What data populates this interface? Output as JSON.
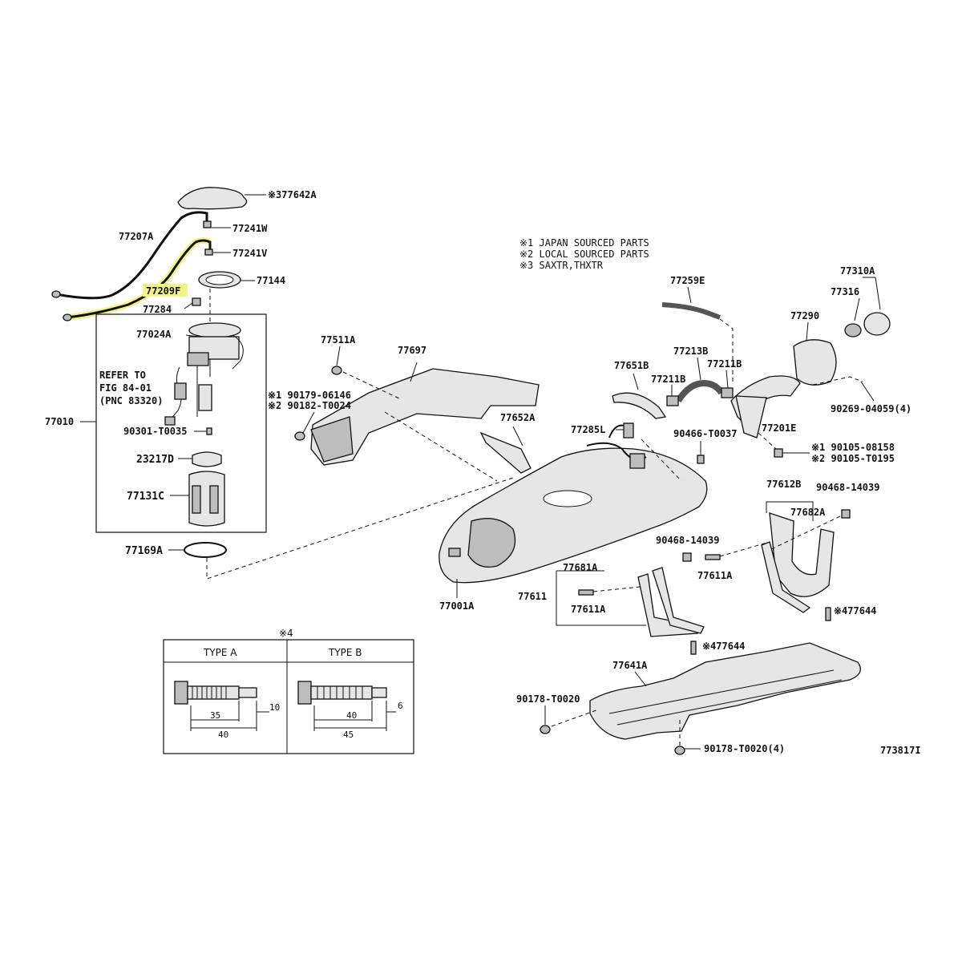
{
  "notes": [
    "※1 JAPAN SOURCED PARTS",
    "※2 LOCAL SOURCED PARTS",
    "※3 SAXTR,THXTR"
  ],
  "labels": {
    "l77642A": "※377642A",
    "l77241W": "77241W",
    "l77207A": "77207A",
    "l77241V": "77241V",
    "l77144": "77144",
    "l77209F": "77209F",
    "l77284": "77284",
    "l77024A": "77024A",
    "refer": "REFER TO",
    "fig": "FIG 84-01",
    "pnc": "(PNC 83320)",
    "l77010": "77010",
    "l90301": "90301-T0035",
    "l23217D": "23217D",
    "l77131C": "77131C",
    "l77169A": "77169A",
    "l77511A": "77511A",
    "l77697": "77697",
    "l90179": "※1 90179-06146",
    "l90182": "※2 90182-T0024",
    "l77652A": "77652A",
    "l77259E": "77259E",
    "l77651B": "77651B",
    "l77213B": "77213B",
    "l77211Ba": "77211B",
    "l77211Bb": "77211B",
    "l77285L": "77285L",
    "l77310A": "77310A",
    "l77316": "77316",
    "l77290": "77290",
    "l77201E": "77201E",
    "l90269": "90269-04059(4)",
    "l90466": "90466-T0037",
    "l90105a": "※1 90105-08158",
    "l90105b": "※2 90105-T0195",
    "l77612B": "77612B",
    "l90468a": "90468-14039",
    "l77682A": "77682A",
    "l90468b": "90468-14039",
    "l77681A": "77681A",
    "l77611Aa": "77611A",
    "l77611": "77611",
    "l77611Ab": "77611A",
    "l77644a": "※477644",
    "l77644b": "※477644",
    "l77001A": "77001A",
    "l77641A": "77641A",
    "l90178a": "90178-T0020",
    "l90178b": "90178-T0020(4)",
    "ref": "773817I"
  },
  "table": {
    "mark": "※4",
    "type_a": "TYPE A",
    "type_b": "TYPE B",
    "a_dim1": "10",
    "a_dim2": "35",
    "a_dim3": "40",
    "b_dim1": "6",
    "b_dim2": "40",
    "b_dim3": "45"
  },
  "colors": {
    "highlight": "#f4f38a",
    "ink": "#111111"
  }
}
